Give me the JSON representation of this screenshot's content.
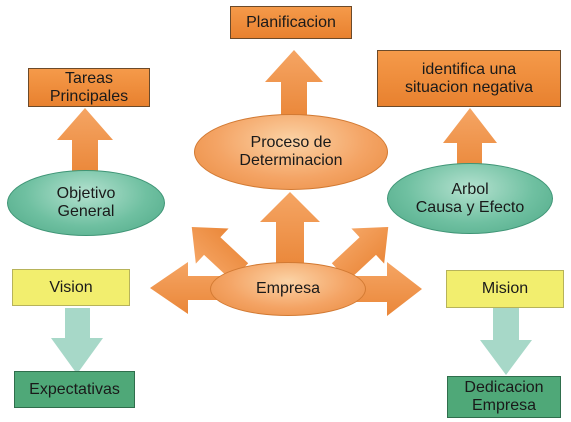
{
  "colors": {
    "orange": "#ee8f45",
    "orange_box": "#f08a3a",
    "teal": "#6fc0a1",
    "yellow": "#f2ee6e",
    "green": "#4fa878",
    "pale_teal_arrow": "#a7d8c8"
  },
  "nodes": {
    "planificacion": "Planificacion",
    "tareas_principales": "Tareas\nPrincipales",
    "identifica": "identifica una\nsituacion negativa",
    "proceso": "Proceso de\nDeterminacion",
    "objetivo": "Objetivo\nGeneral",
    "arbol": "Arbol\nCausa y Efecto",
    "empresa": "Empresa",
    "vision": "Vision",
    "mision": "Mision",
    "expectativas": "Expectativas",
    "dedicacion": "Dedicacion\nEmpresa"
  }
}
